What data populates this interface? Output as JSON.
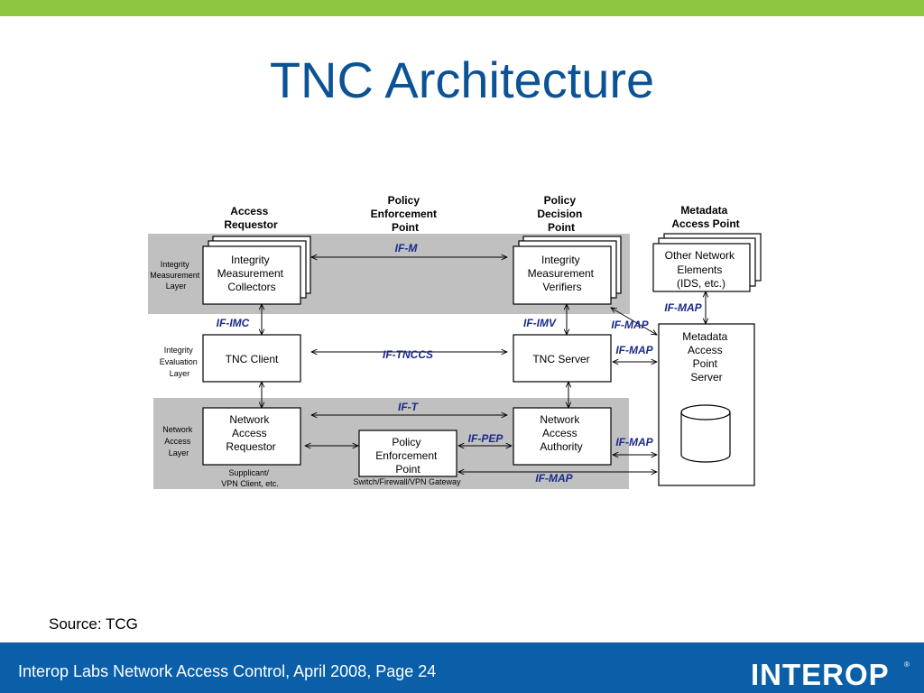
{
  "slide": {
    "title": "TNC Architecture",
    "source": "Source: TCG",
    "footer": "Interop Labs Network Access Control, April 2008, Page 24",
    "logo": "INTEROP"
  },
  "colors": {
    "green_bar": "#8dc63f",
    "title_blue": "#0b5394",
    "footer_blue": "#0b5fa8",
    "layer_gray": "#c0c0c0",
    "interface_label": "#1a2a8a"
  },
  "diagram": {
    "columns": {
      "access_requestor": [
        "Access",
        "Requestor"
      ],
      "pep": [
        "Policy",
        "Enforcement",
        "Point"
      ],
      "pdp": [
        "Policy",
        "Decision",
        "Point"
      ],
      "map": [
        "Metadata",
        "Access Point"
      ]
    },
    "layers": {
      "imc": [
        "Integrity",
        "Measurement",
        "Layer"
      ],
      "eval": [
        "Integrity",
        "Evaluation",
        "Layer"
      ],
      "net": [
        "Network",
        "Access",
        "Layer"
      ]
    },
    "boxes": {
      "imc": [
        "Integrity",
        "Measurement",
        "Collectors"
      ],
      "imv": [
        "Integrity",
        "Measurement",
        "Verifiers"
      ],
      "other": [
        "Other Network",
        "Elements",
        "(IDS, etc.)"
      ],
      "tnc_client": "TNC Client",
      "tnc_server": "TNC Server",
      "map_server": [
        "Metadata",
        "Access",
        "Point",
        "Server"
      ],
      "nar": [
        "Network",
        "Access",
        "Requestor"
      ],
      "pep_box": [
        "Policy",
        "Enforcement",
        "Point"
      ],
      "naa": [
        "Network",
        "Access",
        "Authority"
      ]
    },
    "notes": {
      "supplicant": [
        "Supplicant/",
        "VPN Client, etc."
      ],
      "switch": "Switch/Firewall/VPN Gateway"
    },
    "interfaces": {
      "if_m": "IF-M",
      "if_imc": "IF-IMC",
      "if_imv": "IF-IMV",
      "if_tnccs": "IF-TNCCS",
      "if_t": "IF-T",
      "if_pep": "IF-PEP",
      "if_map": "IF-MAP"
    }
  }
}
